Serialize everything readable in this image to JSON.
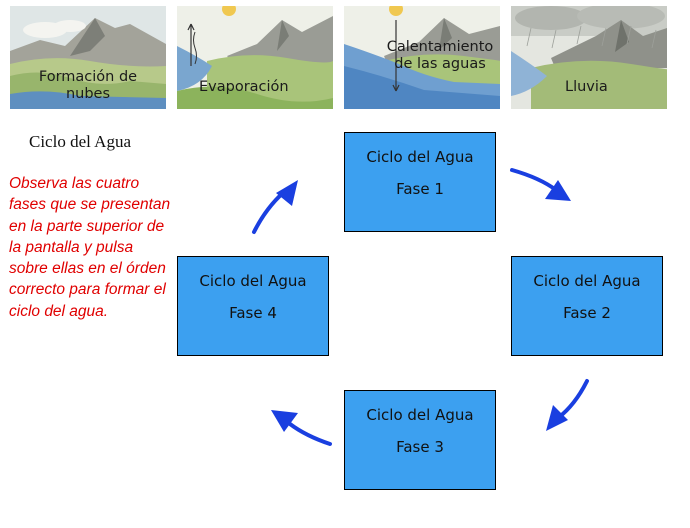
{
  "tiles": [
    {
      "caption": "Formación de\nnubes"
    },
    {
      "caption": "Evaporación"
    },
    {
      "caption": "Calentamiento\nde las aguas"
    },
    {
      "caption": "Lluvia"
    }
  ],
  "page_title": "Ciclo del Agua",
  "instructions": "Observa las cuatro fases que se presentan en la parte superior de la pantalla y pulsa sobre ellas en el órden correcto para formar el ciclo del agua.",
  "phases": [
    {
      "title": "Ciclo del Agua",
      "label": "Fase 1"
    },
    {
      "title": "Ciclo del Agua",
      "label": "Fase 2"
    },
    {
      "title": "Ciclo del Agua",
      "label": "Fase 3"
    },
    {
      "title": "Ciclo del Agua",
      "label": "Fase 4"
    }
  ],
  "colors": {
    "phase_box": "#3ca0f0",
    "arrow": "#1a3fe0",
    "instructions_text": "#e00000"
  }
}
